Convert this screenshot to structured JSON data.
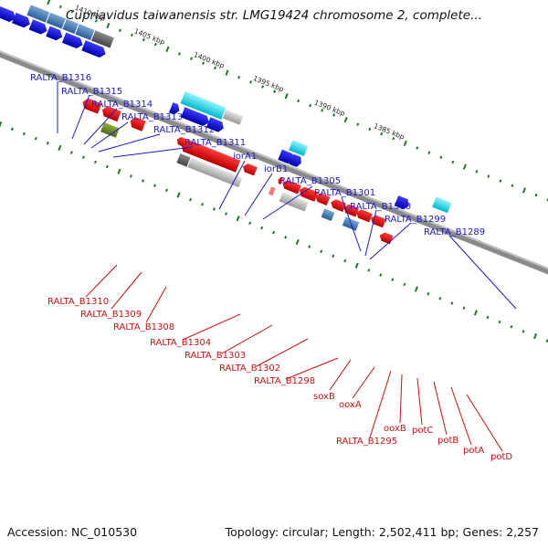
{
  "header": {
    "title": "Cupriavidus taiwanensis str. LMG19424 chromosome 2, complete..."
  },
  "footer": {
    "accession": "Accession: NC_010530",
    "topology": "Topology: circular; Length: 2,502,411 bp; Genes: 2,257"
  },
  "colors": {
    "top_label": "#1a1acc",
    "bottom_label": "#cc1111",
    "backbone": "#888888",
    "ticks": "#1f7a1f"
  },
  "scale_labels": [
    "1410 kbp",
    "1405 kbp",
    "1400 kbp",
    "1395 kbp",
    "1390 kbp",
    "1385 kbp"
  ],
  "top_genes": [
    "RALTA_B1316",
    "RALTA_B1315",
    "RALTA_B1314",
    "RALTA_B1313",
    "RALTA_B1312",
    "RALTA_B1311",
    "iorA1",
    "iorB1",
    "RALTA_B1305",
    "RALTA_B1301",
    "RALTA_B1300",
    "RALTA_B1299",
    "RALTA_B1289"
  ],
  "bottom_genes": [
    "RALTA_B1310",
    "RALTA_B1309",
    "RALTA_B1308",
    "RALTA_B1304",
    "RALTA_B1303",
    "RALTA_B1302",
    "RALTA_B1298",
    "soxB",
    "ooxA",
    "RALTA_B1295",
    "ooxB",
    "potC",
    "potB",
    "potA",
    "potD"
  ]
}
